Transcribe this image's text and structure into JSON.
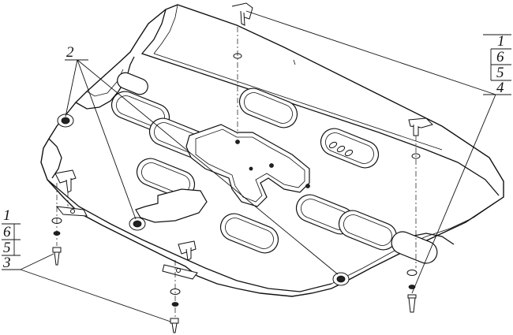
{
  "callouts": {
    "top_right": [
      "1",
      "6",
      "5",
      "4"
    ],
    "left": [
      "1",
      "6",
      "5",
      "3"
    ],
    "top_left": "2"
  }
}
